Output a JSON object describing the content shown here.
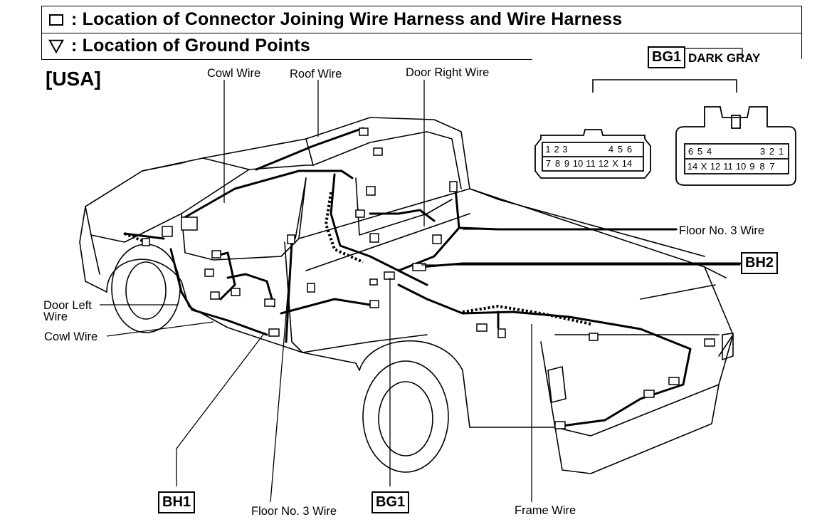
{
  "legend": {
    "connector_text": ": Location of Connector Joining Wire Harness and Wire Harness",
    "ground_text": ": Location of Ground Points"
  },
  "region": "[USA]",
  "labels": {
    "cowl_wire_top": "Cowl Wire",
    "roof_wire": "Roof Wire",
    "door_right_wire": "Door Right Wire",
    "floor_no3_wire_right": "Floor No. 3 Wire",
    "door_left_wire_line1": "Door Left",
    "door_left_wire_line2": "Wire",
    "cowl_wire_left": "Cowl Wire",
    "floor_no3_wire_bottom": "Floor No. 3 Wire",
    "frame_wire": "Frame Wire"
  },
  "tags": {
    "bh1": "BH1",
    "bg1_bottom": "BG1",
    "bh2": "BH2",
    "bg1_connector": "BG1"
  },
  "connector": {
    "color_label": "DARK GRAY",
    "left_top_pins": [
      "1",
      "2",
      "3",
      "4",
      "5",
      "6"
    ],
    "left_bottom_pins": [
      "7",
      "8",
      "9",
      "10",
      "11",
      "12",
      "X",
      "14"
    ],
    "right_top_pins": [
      "6",
      "5",
      "4",
      "3",
      "2",
      "1"
    ],
    "right_bottom_pins": [
      "14",
      "X",
      "12",
      "11",
      "10",
      "9",
      "8",
      "7"
    ]
  }
}
